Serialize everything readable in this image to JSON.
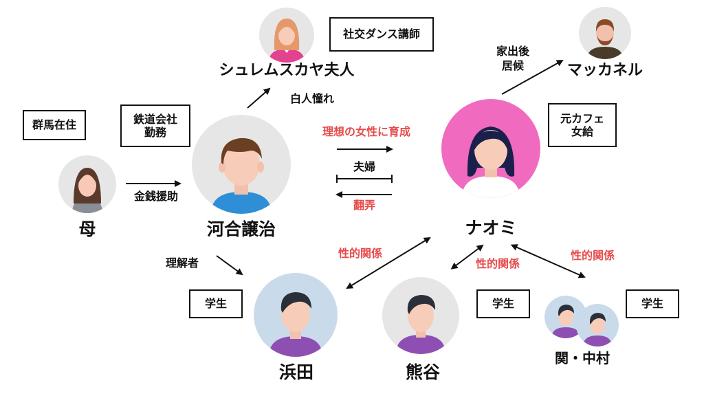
{
  "people": {
    "haha": "母",
    "kawai": "河合譲治",
    "naomi": "ナオミ",
    "shuremusukaya": "シュレムスカヤ夫人",
    "makkaneru": "マッカネル",
    "hamada": "浜田",
    "kumagai": "熊谷",
    "seki_nakamura": "関・中村"
  },
  "boxes": {
    "gunma": "群馬在住",
    "tetsudo_line1": "鉄道会社",
    "tetsudo_line2": "勤務",
    "dance": "社交ダンス講師",
    "cafe_line1": "元カフェ",
    "cafe_line2": "女給",
    "student_hamada": "学生",
    "student_kumagai": "学生",
    "student_seki": "学生"
  },
  "relations": {
    "kinsen": "金銭援助",
    "hakujin": "白人憧れ",
    "risou": "理想の女性に育成",
    "fufu": "夫婦",
    "honro": "翻弄",
    "iede_line1": "家出後",
    "iede_line2": "居候",
    "rikaisha": "理解者",
    "seiteki_hamada": "性的関係",
    "seiteki_kumagai": "性的関係",
    "seiteki_seki": "性的関係"
  },
  "colors": {
    "accent_red": "#e84a4a",
    "naomi_bg": "#f06ac0",
    "avatar_bg": "#e6e6e6",
    "student_bg": "#c9dbeb"
  }
}
